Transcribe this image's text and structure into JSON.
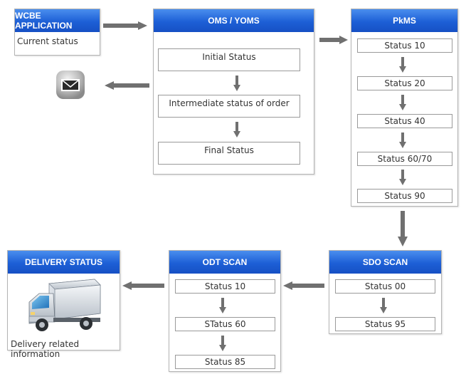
{
  "wcbe": {
    "title": "WCBE APPLICATION",
    "text": "Current status"
  },
  "oms": {
    "title": "OMS / YOMS",
    "statuses": [
      "Initial Status",
      "Intermediate status of order",
      "Final Status"
    ]
  },
  "pkms": {
    "title": "PkMS",
    "statuses": [
      "Status 10",
      "Status 20",
      "Status 40",
      "Status 60/70",
      "Status 90"
    ]
  },
  "sdo": {
    "title": "SDO SCAN",
    "statuses": [
      "Status 00",
      "Status 95"
    ]
  },
  "odt": {
    "title": "ODT SCAN",
    "statuses": [
      "Status 10",
      "STatus 60",
      "Status 85"
    ]
  },
  "delivery": {
    "title": "DELIVERY STATUS",
    "text": "Delivery related information"
  },
  "icons": {
    "notification": "envelope-icon",
    "delivery": "truck-icon"
  },
  "colors": {
    "header": "#1d5fd6",
    "arrow": "#707070"
  }
}
